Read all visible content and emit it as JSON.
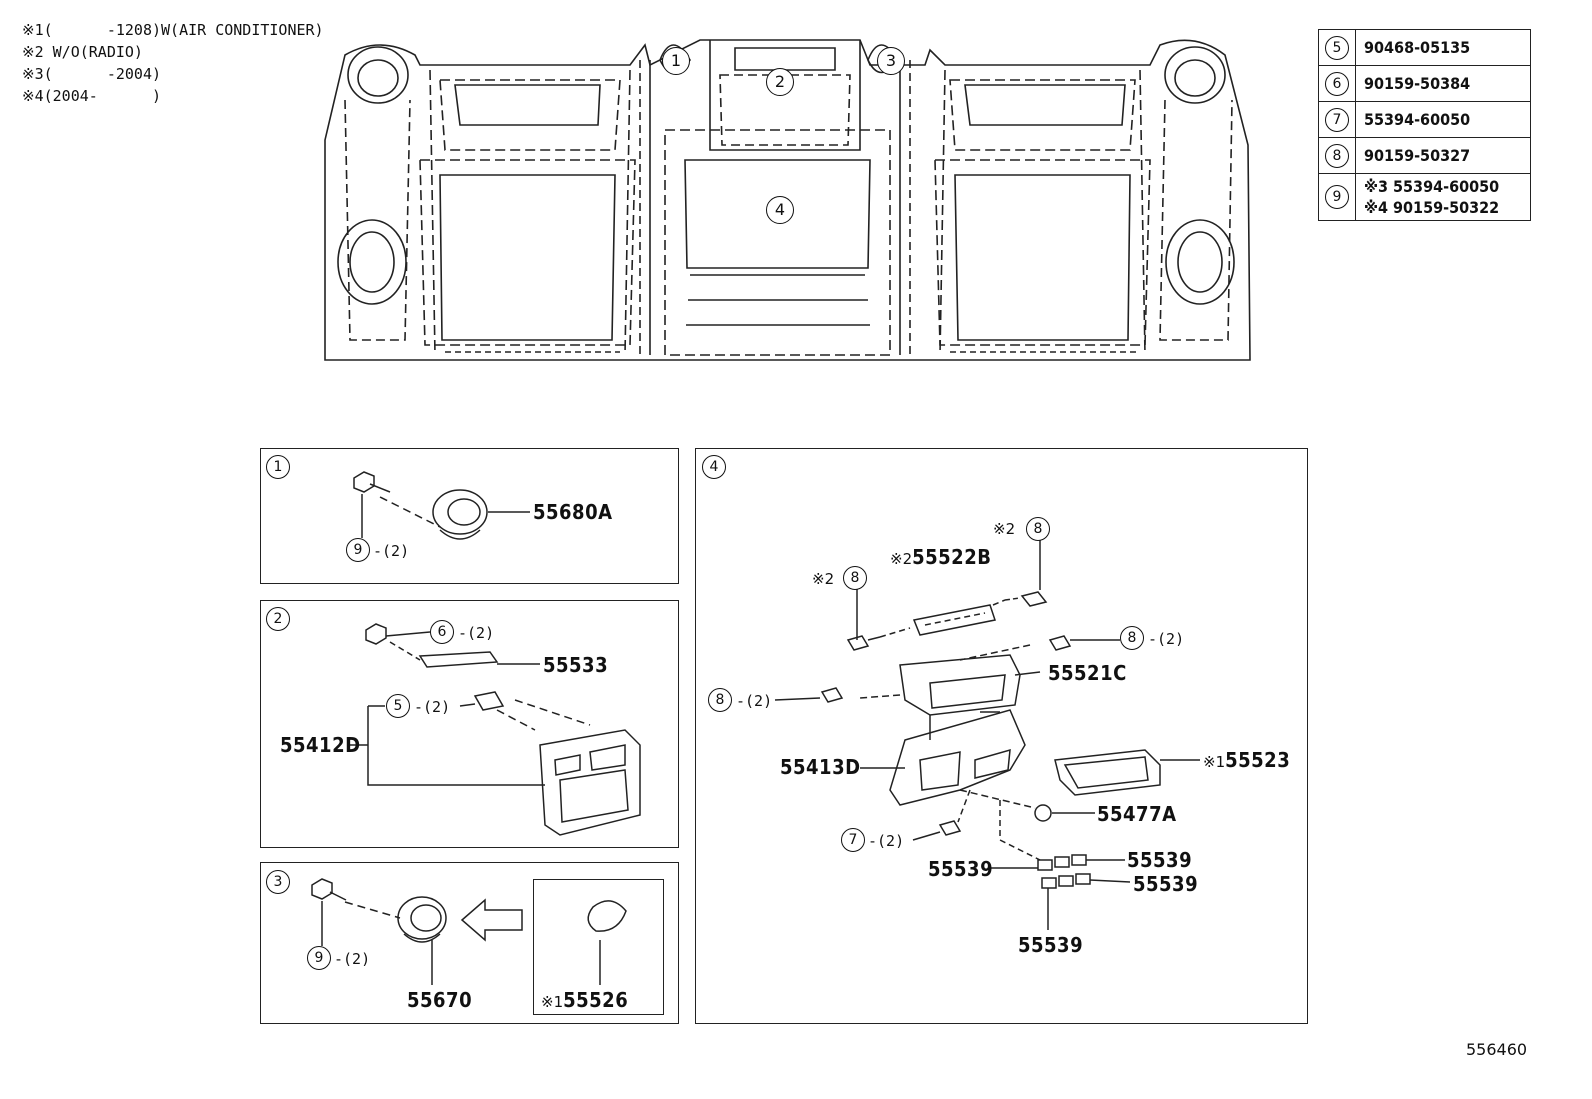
{
  "notes": [
    {
      "mark": "※1",
      "text": "(      -1208)W(AIR CONDITIONER)"
    },
    {
      "mark": "※2",
      "text": "W/O(RADIO)"
    },
    {
      "mark": "※3",
      "text": "(      -2004)"
    },
    {
      "mark": "※4",
      "text": "(2004-      )"
    }
  ],
  "overview_callouts": [
    "1",
    "2",
    "3",
    "4"
  ],
  "reference_table": [
    {
      "key": "5",
      "value": "90468-05135"
    },
    {
      "key": "6",
      "value": "90159-50384"
    },
    {
      "key": "7",
      "value": "55394-60050"
    },
    {
      "key": "8",
      "value": "90159-50327"
    },
    {
      "key": "9",
      "value_lines": [
        "※3 55394-60050",
        "※4 90159-50322"
      ]
    }
  ],
  "panel1": {
    "index": "1",
    "part": "55680A",
    "fastener_key": "9",
    "fastener_qty": "-(2)"
  },
  "panel2": {
    "index": "2",
    "part_a": "55533",
    "part_b": "55412D",
    "fastener_a_key": "6",
    "fastener_a_qty": "-(2)",
    "fastener_b_key": "5",
    "fastener_b_qty": "-(2)"
  },
  "panel3": {
    "index": "3",
    "part": "55670",
    "fastener_key": "9",
    "fastener_qty": "-(2)",
    "alt_mark": "※1",
    "alt_part": "55526"
  },
  "panel4": {
    "index": "4",
    "p55522B_mark": "※2",
    "p55522B": "55522B",
    "s8_mark_a": "※2",
    "s8_mark_b": "※2",
    "key8": "8",
    "p55521C": "55521C",
    "qty_8_right": "-(2)",
    "qty_8_left": "-(2)",
    "p55413D": "55413D",
    "p55523_mark": "※1",
    "p55523": "55523",
    "p55477A": "55477A",
    "key7": "7",
    "qty_7": "-(2)",
    "p55539_left": "55539",
    "p55539_right_top": "55539",
    "p55539_right_bottom": "55539",
    "p55539_bottom": "55539"
  },
  "document_id": "556460"
}
